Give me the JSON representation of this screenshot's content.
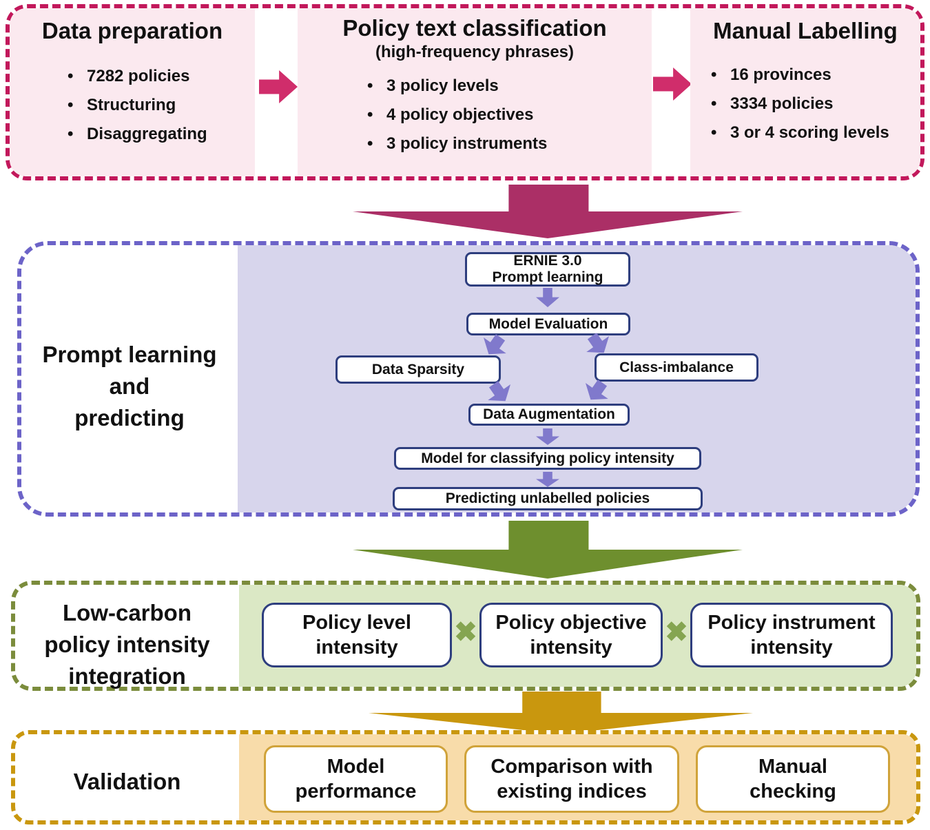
{
  "pipeline": {
    "stage1": {
      "boxes": [
        {
          "title": "Data preparation",
          "bullets": [
            "7282 policies",
            "Structuring",
            "Disaggregating"
          ]
        },
        {
          "title": "Policy text classification",
          "subtitle": "(high-frequency phrases)",
          "bullets": [
            "3 policy levels",
            "4 policy objectives",
            "3 policy instruments"
          ]
        },
        {
          "title": "Manual Labelling",
          "bullets": [
            "16 provinces",
            "3334 policies",
            "3 or 4 scoring levels"
          ]
        }
      ]
    },
    "stage2": {
      "label": "Prompt learning\nand\npredicting",
      "nodes": {
        "ernie_line1": "ERNIE 3.0",
        "ernie_line2": "Prompt learning",
        "model_evaluation": "Model Evaluation",
        "data_sparsity": "Data Sparsity",
        "class_imbalance": "Class-imbalance",
        "data_augmentation": "Data Augmentation",
        "model_classifying": "Model for classifying policy intensity",
        "predicting": "Predicting unlabelled policies"
      }
    },
    "stage3": {
      "label": "Low-carbon\npolicy intensity\nintegration",
      "boxes": [
        "Policy level\nintensity",
        "Policy objective\nintensity",
        "Policy instrument\nintensity"
      ],
      "operator": "✖"
    },
    "stage4": {
      "label": "Validation",
      "boxes": [
        "Model\nperformance",
        "Comparison with\nexisting indices",
        "Manual\nchecking"
      ]
    }
  },
  "colors": {
    "stage1_border": "#c2185b",
    "stage1_fill": "#fbe9ef",
    "stage1_arrow": "#d02d6b",
    "big_arrow_1": "#ab2f66",
    "stage2_border": "#6c63c8",
    "stage2_fill": "#d7d5ec",
    "stage2_arrow": "#8079cc",
    "node_border": "#2e3e7e",
    "big_arrow_2": "#6e8f2e",
    "stage3_border": "#7b8c3c",
    "stage3_fill": "#dbe8c5",
    "stage3_operator": "#85a551",
    "big_arrow_3": "#c9970e",
    "stage4_border": "#c9970e",
    "stage4_fill": "#f8dcaa",
    "stage4_node_border": "#d0a33a"
  }
}
